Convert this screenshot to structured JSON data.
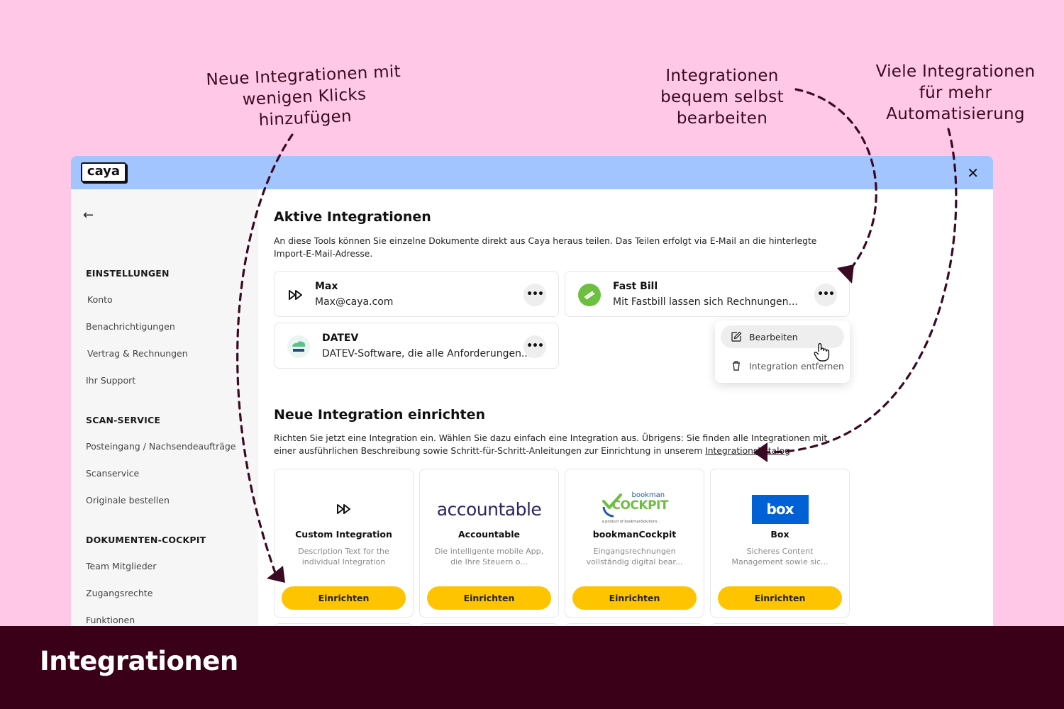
{
  "annotations": {
    "left": "Neue Integrationen mit wenigen Klicks hinzufügen",
    "middle": "Integrationen bequem selbst bearbeiten",
    "right": "Viele Integrationen für mehr Automatisierung"
  },
  "app": {
    "logo": "caya",
    "close_icon": "close-icon",
    "back_icon": "arrow-left-icon"
  },
  "sidebar": {
    "sections": [
      {
        "title": "EINSTELLUNGEN",
        "items": [
          "Konto",
          "Benachrichtigungen",
          "Vertrag & Rechnungen",
          "Ihr Support"
        ]
      },
      {
        "title": "SCAN-SERVICE",
        "items": [
          "Posteingang / Nachsendeaufträge",
          "Scanservice",
          "Originale bestellen"
        ]
      },
      {
        "title": "DOKUMENTEN-COCKPIT",
        "items": [
          "Team Mitglieder",
          "Zugangsrechte",
          "Funktionen"
        ]
      }
    ]
  },
  "active": {
    "title": "Aktive Integrationen",
    "description": "An diese Tools können Sie einzelne Dokumente direkt aus Caya heraus teilen. Das Teilen erfolgt via E-Mail an die hinterlegte Import-E-Mail-Adresse.",
    "integrations": [
      {
        "name": "Max",
        "detail": "Max@caya.com",
        "icon": "fast-forward-icon"
      },
      {
        "name": "Fast Bill",
        "detail": "Mit Fastbill lassen sich Rechnungen...",
        "icon": "fastbill-logo-icon"
      },
      {
        "name": "DATEV",
        "detail": "DATEV-Software, die alle Anforderungen...",
        "icon": "datev-logo-icon"
      }
    ],
    "more_label": "•••",
    "menu": {
      "edit": "Bearbeiten",
      "remove": "Integration entfernen"
    }
  },
  "new": {
    "title": "Neue Integration einrichten",
    "description": "Richten Sie jetzt eine Integration ein. Wählen Sie dazu einfach eine Integration aus. Übrigens: Sie finden alle Integrationen mit einer ausführlichen Beschreibung sowie Schritt-für-Schritt-Anleitungen zur Einrichtung in unserem ",
    "link": "Integrationskatalog",
    "button_label": "Einrichten",
    "catalog": [
      {
        "name": "Custom Integration",
        "description": "Description Text for the individual Integration"
      },
      {
        "name": "Accountable",
        "description": "Die intelligente mobile App, die Ihre Steuern o...",
        "logo_text": "accountable"
      },
      {
        "name": "bookmanCockpit",
        "description": "Eingangsrechnungen vollständig digital bear...",
        "logo_text": "COCKPIT",
        "logo_small": "bookman",
        "logo_tagline": "a product of bookmanSolutions"
      },
      {
        "name": "Box",
        "description": "Sicheres Content Management sowie sic...",
        "logo_text": "box"
      }
    ]
  },
  "footer": {
    "title": "Integrationen"
  },
  "colors": {
    "background": "#ffc8e6",
    "titlebar": "#a2c4ff",
    "button": "#ffc400",
    "footer": "#3a0018",
    "arrow": "#3a0a23"
  }
}
